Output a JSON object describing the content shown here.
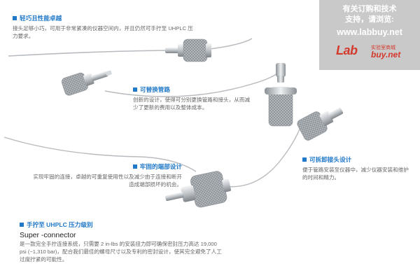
{
  "features": [
    {
      "title": "轻巧且性能卓越",
      "body": "接头足够小巧，可用于非常紧凑的仪器空间内，并且仍然可手拧至 UHPLC 压力要求。"
    },
    {
      "title": "可替换管路",
      "body": "创新的设计，使得可分别更换管路和接头，从而减少了更新的费用以及整体成本。"
    },
    {
      "title": "牢固的端部设计",
      "body": "实现牢固的连接，卓越的可重复使用性以及减少由于连接和断开造成端部损坏的机会。"
    },
    {
      "title": "可拆卸接头设计",
      "body": "便于管路安装至仪器中，减少仪器安装和维护的时间和精力。"
    },
    {
      "title": "手拧至 UHPLC 压力级别",
      "subtitle": "Super -connector",
      "body": "是一款完全手拧连接系统，只需要 2 in-lbs 的安装扭力即可确保密封压力高达 19,000 psi (~1,310 bar)，配合我们最佳的螺母尺寸以及专利的密封设计，使其完全避免了人工过度拧紧的可能性。"
    }
  ],
  "promo": {
    "line1": "有关订购和技术",
    "line2": "支持，请浏览:",
    "url": "www.labbuy.net",
    "logo_lab": "Lab",
    "logo_subtext": "实验室商城",
    "logo_buy": "buy.net"
  },
  "colors": {
    "accent": "#1f78c8",
    "promo_bg": "#c9c9c9",
    "logo_red": "#d33a2c",
    "body_text": "#666666",
    "steel": "#c8ccd0"
  }
}
